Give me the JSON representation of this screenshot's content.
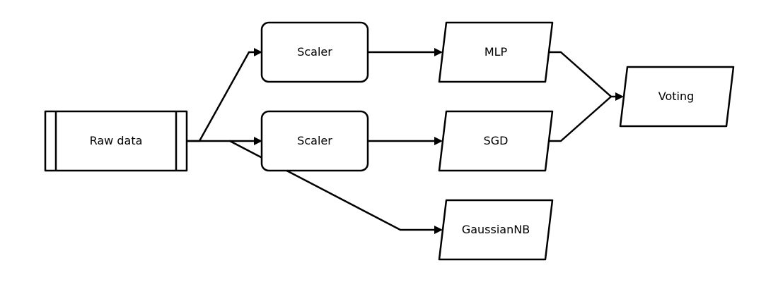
{
  "nodes": {
    "raw_data": "Raw data",
    "scaler_top": "Scaler",
    "scaler_mid": "Scaler",
    "mlp": "MLP",
    "sgd": "SGD",
    "gaussiannb": "GaussianNB",
    "voting": "Voting"
  },
  "colors": {
    "stroke": "#000000",
    "background": "#ffffff"
  }
}
